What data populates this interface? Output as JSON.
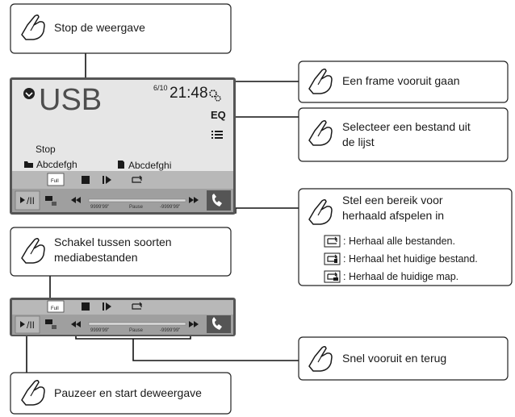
{
  "callouts": {
    "stop": "Stop de weergave",
    "frame": "Een frame vooruit gaan",
    "select": [
      "Selecteer een bestand uit",
      "de lijst"
    ],
    "repeat": [
      "Stel een bereik voor",
      "herhaald afspelen in"
    ],
    "switch_media": [
      "Schakel tussen soorten",
      "mediabestanden"
    ],
    "seek": "Snel vooruit en terug",
    "pause": "Pauzeer en start deweergave"
  },
  "repeat_legend": [
    {
      "icon": "repeat-all-icon",
      "text": ": Herhaal alle bestanden."
    },
    {
      "icon": "repeat-file-icon",
      "text": ": Herhaal het huidige bestand."
    },
    {
      "icon": "repeat-folder-icon",
      "text": ": Herhaal de huidige map."
    }
  ],
  "screen": {
    "source": "USB",
    "date": "6/10",
    "time": "21:48",
    "eq": "EQ",
    "status": "Stop",
    "folder": "Abcdefgh",
    "file": "Abcdefghi",
    "full": "Full",
    "time_elapsed": "9999'99\"",
    "pause_label": "Pause",
    "time_remaining": "-9999'99\""
  },
  "colors": {
    "screen_bg": "#e6e6e6",
    "bar_bg": "#b8b8b8",
    "bezel": "#555555",
    "outline": "#111111"
  }
}
